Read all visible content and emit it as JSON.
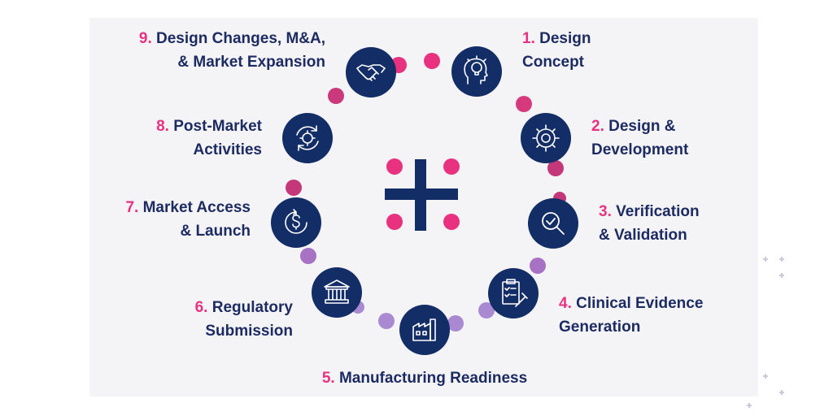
{
  "stages": [
    {
      "num": "1.",
      "line1": "Design",
      "line2": "Concept",
      "icon": "lightbulb-head-icon"
    },
    {
      "num": "2.",
      "line1": "Design &",
      "line2": "Development",
      "icon": "gear-target-icon"
    },
    {
      "num": "3.",
      "line1": "Verification",
      "line2": "& Validation",
      "icon": "magnifier-check-icon"
    },
    {
      "num": "4.",
      "line1": "Clinical Evidence",
      "line2": "Generation",
      "icon": "clipboard-syringe-icon"
    },
    {
      "num": "5.",
      "line1": "Manufacturing Readiness",
      "line2": "",
      "icon": "factory-icon"
    },
    {
      "num": "6.",
      "line1": "Regulatory",
      "line2": "Submission",
      "icon": "government-building-icon"
    },
    {
      "num": "7.",
      "line1": "Market Access",
      "line2": "& Launch",
      "icon": "dollar-cycle-icon"
    },
    {
      "num": "8.",
      "line1": "Post-Market",
      "line2": "Activities",
      "icon": "gear-cycle-icon"
    },
    {
      "num": "9.",
      "line1": "Design Changes, M&A,",
      "line2": "& Market Expansion",
      "icon": "handshake-icon"
    }
  ],
  "colors": {
    "navy": "#132d66",
    "text": "#1d2b63",
    "pink": "#e8327f",
    "magenta": "#c4387a",
    "purple": "#9b7fc8",
    "panel": "#f4f4f7"
  }
}
